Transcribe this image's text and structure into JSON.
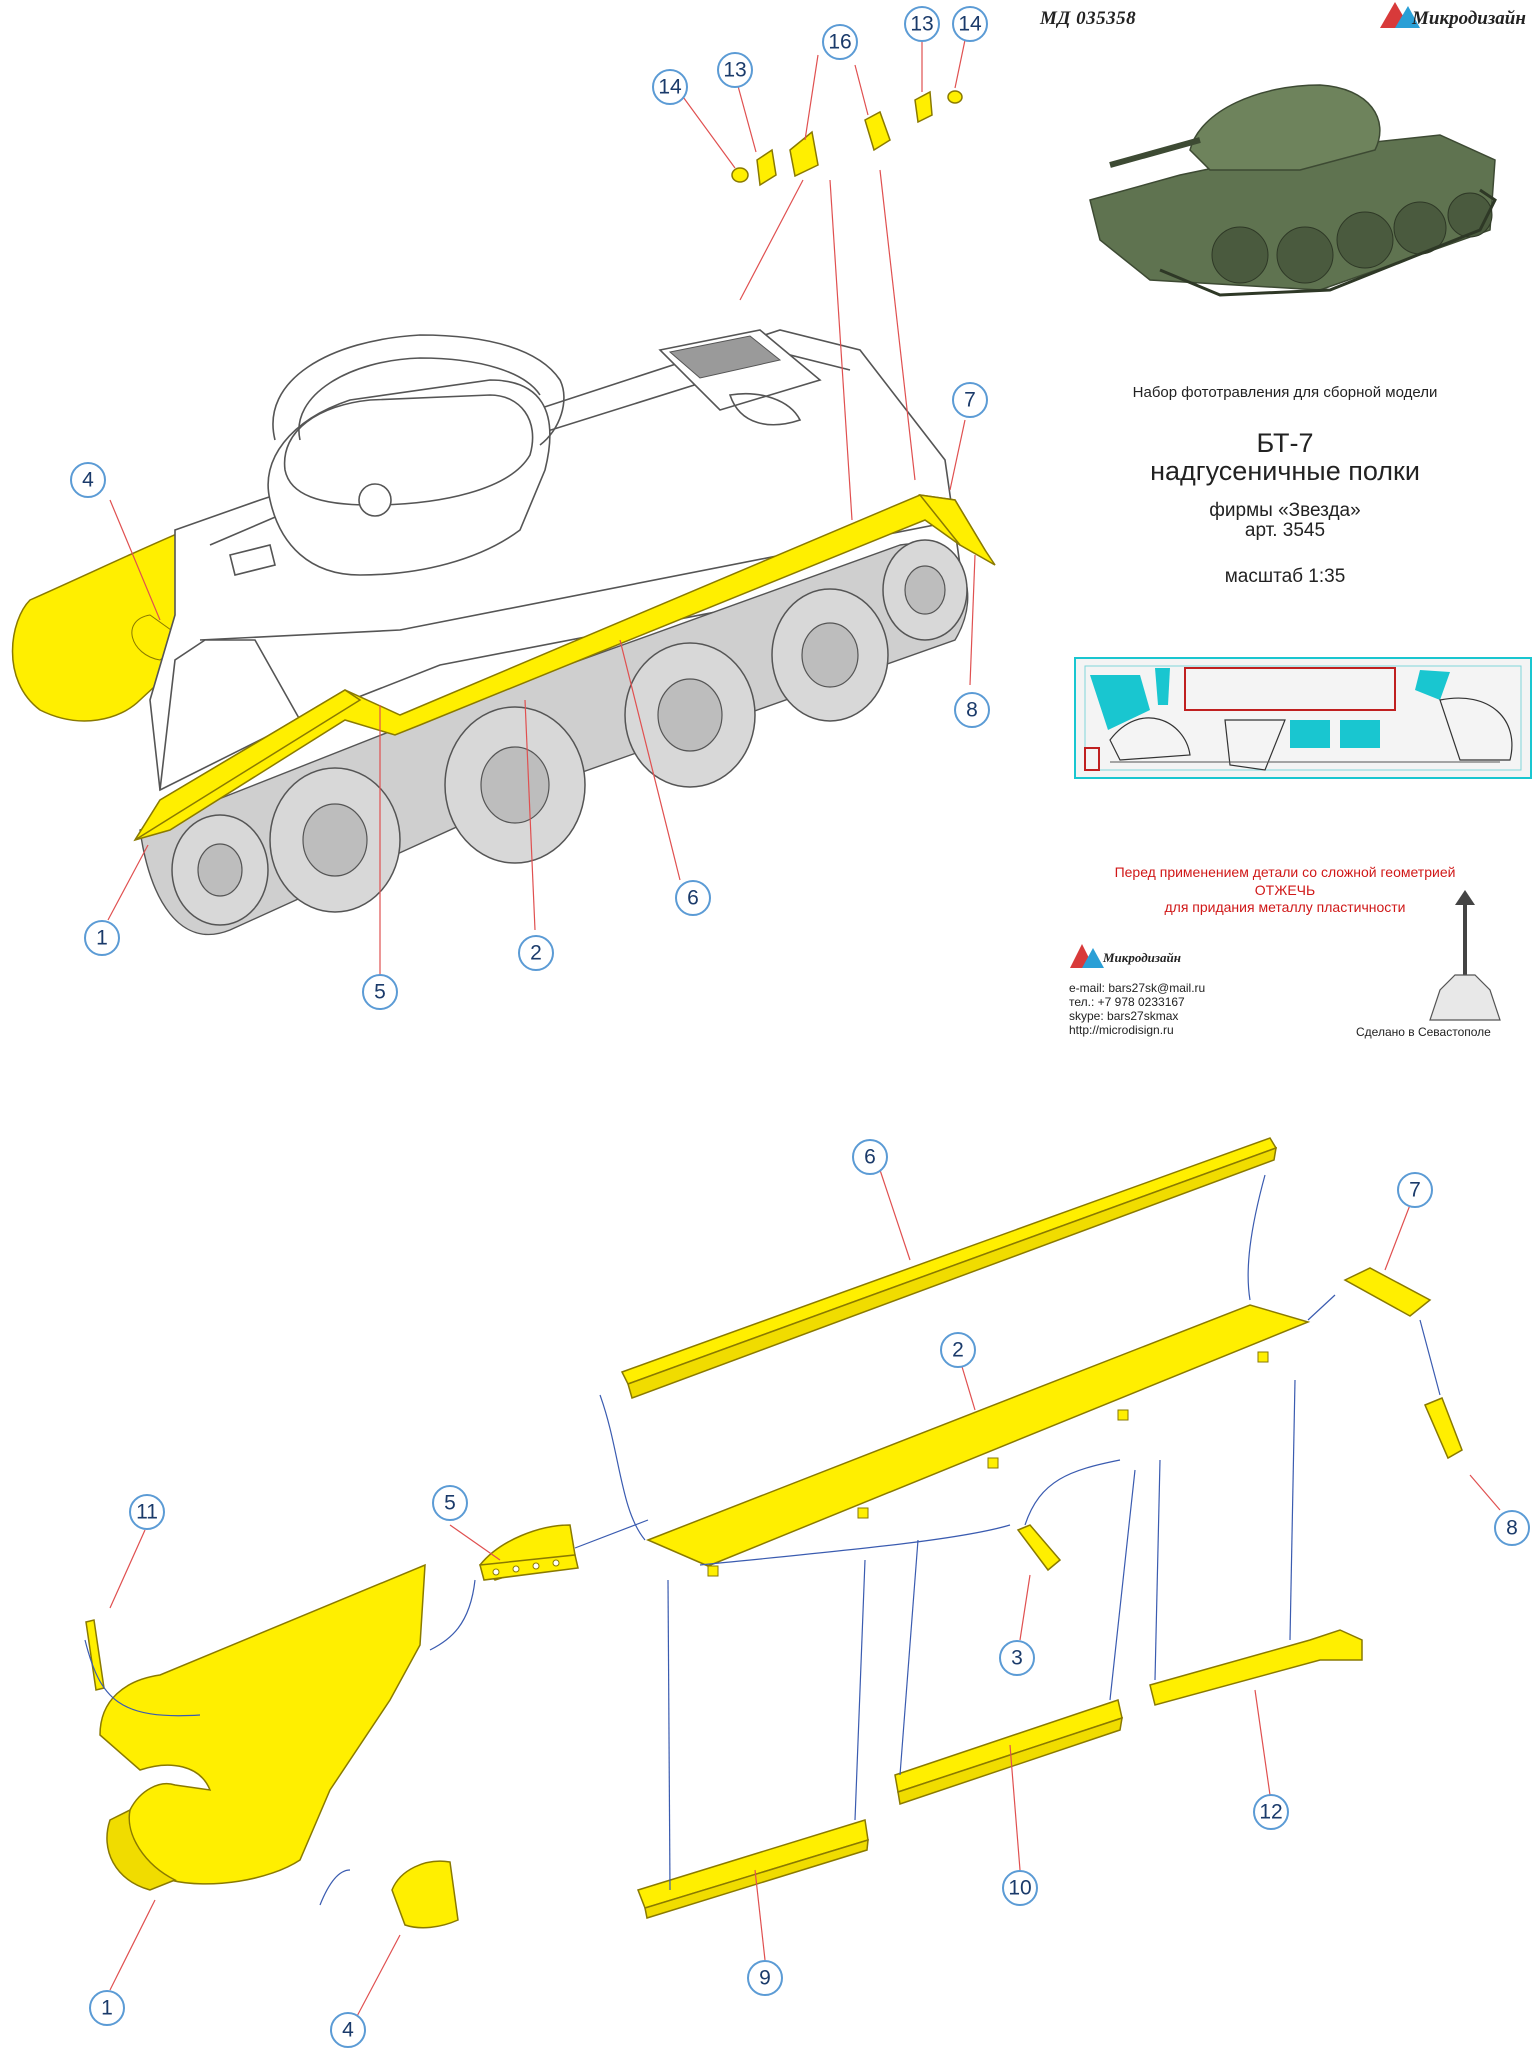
{
  "header": {
    "code": "МД 035358",
    "brand": "Микродизайн"
  },
  "info": {
    "intro": "Набор фототравления для сборной модели",
    "title": "БТ-7",
    "subtitle": "надгусеничные полки",
    "firm": "фирмы «Звезда»",
    "article": "арт. 3545",
    "scale": "масштаб 1:35"
  },
  "warning": {
    "line1": "Перед применением детали со сложной геометрией",
    "line2": "ОТЖЕЧЬ",
    "line3": "для придания металлу пластичности"
  },
  "contact": {
    "brand": "Микродизайн",
    "email": "e-mail: bars27sk@mail.ru",
    "phone": "тел.: +7 978 0233167",
    "skype": "skype: bars27skmax",
    "web": "http://microdisign.ru",
    "made_in": "Сделано в Севастополе"
  },
  "colors": {
    "part_yellow": "#ffef00",
    "callout_blue": "#5b9bd5",
    "warning_red": "#d01818",
    "fret_cyan": "#19c6d0"
  },
  "callouts_top": [
    "14",
    "13",
    "16",
    "13",
    "14",
    "4",
    "7",
    "8",
    "6",
    "2",
    "1",
    "5"
  ],
  "callouts_bottom": [
    "6",
    "7",
    "2",
    "8",
    "11",
    "5",
    "3",
    "12",
    "1",
    "10",
    "9",
    "4"
  ]
}
